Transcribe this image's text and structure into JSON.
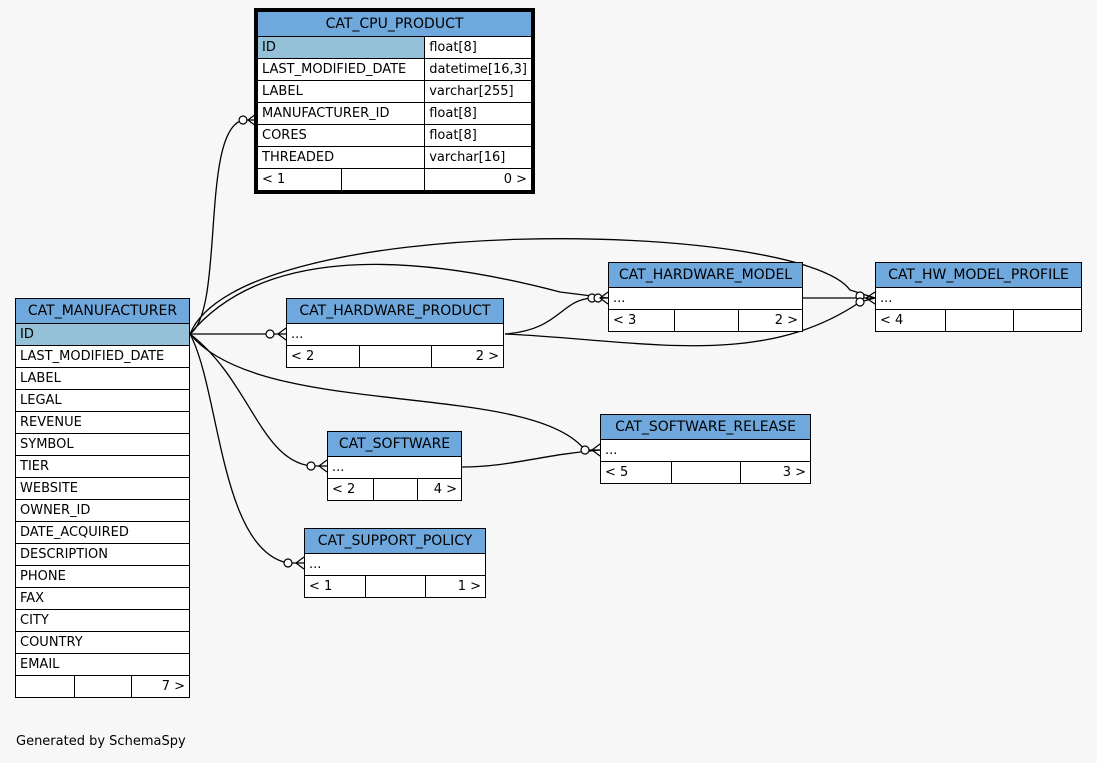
{
  "tables": {
    "cpu": {
      "name": "CAT_CPU_PRODUCT",
      "columns": [
        {
          "name": "ID",
          "type": "float[8]"
        },
        {
          "name": "LAST_MODIFIED_DATE",
          "type": "datetime[16,3]"
        },
        {
          "name": "LABEL",
          "type": "varchar[255]"
        },
        {
          "name": "MANUFACTURER_ID",
          "type": "float[8]"
        },
        {
          "name": "CORES",
          "type": "float[8]"
        },
        {
          "name": "THREADED",
          "type": "varchar[16]"
        }
      ],
      "footer": {
        "parents": "< 1",
        "children": "0 >"
      }
    },
    "manufacturer": {
      "name": "CAT_MANUFACTURER",
      "columns": [
        "ID",
        "LAST_MODIFIED_DATE",
        "LABEL",
        "LEGAL",
        "REVENUE",
        "SYMBOL",
        "TIER",
        "WEBSITE",
        "OWNER_ID",
        "DATE_ACQUIRED",
        "DESCRIPTION",
        "PHONE",
        "FAX",
        "CITY",
        "COUNTRY",
        "EMAIL"
      ],
      "footer": {
        "parents": "",
        "children": "7 >"
      }
    },
    "hardware_product": {
      "name": "CAT_HARDWARE_PRODUCT",
      "columns": [
        "..."
      ],
      "footer": {
        "parents": "< 2",
        "children": "2 >"
      }
    },
    "hardware_model": {
      "name": "CAT_HARDWARE_MODEL",
      "columns": [
        "..."
      ],
      "footer": {
        "parents": "< 3",
        "children": "2 >"
      }
    },
    "hw_model_profile": {
      "name": "CAT_HW_MODEL_PROFILE",
      "columns": [
        "..."
      ],
      "footer": {
        "parents": "< 4",
        "children": ""
      }
    },
    "software": {
      "name": "CAT_SOFTWARE",
      "columns": [
        "..."
      ],
      "footer": {
        "parents": "< 2",
        "children": "4 >"
      }
    },
    "software_release": {
      "name": "CAT_SOFTWARE_RELEASE",
      "columns": [
        "..."
      ],
      "footer": {
        "parents": "< 5",
        "children": "3 >"
      }
    },
    "support_policy": {
      "name": "CAT_SUPPORT_POLICY",
      "columns": [
        "..."
      ],
      "footer": {
        "parents": "< 1",
        "children": "1 >"
      }
    }
  },
  "footer_text": "Generated by SchemaSpy",
  "colors": {
    "header": "#6fa8dc",
    "primary_key": "#94c0d8",
    "background": "#f7f7f7"
  }
}
